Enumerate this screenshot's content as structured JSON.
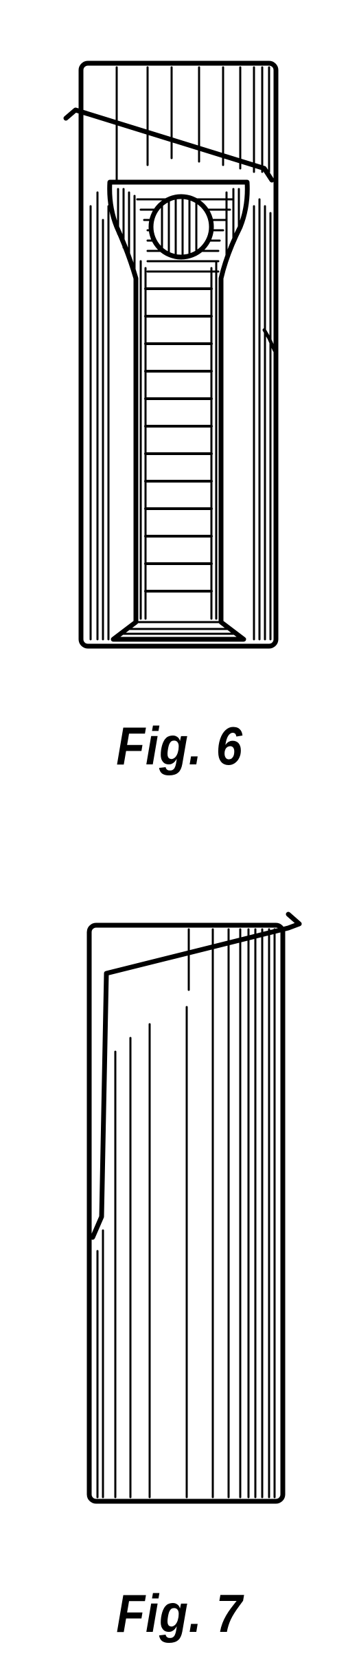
{
  "figures": [
    {
      "id": "fig6",
      "caption": "Fig. 6"
    },
    {
      "id": "fig7",
      "caption": "Fig. 7"
    }
  ],
  "style": {
    "ink_color": "#000000",
    "paper_color": "#ffffff"
  }
}
